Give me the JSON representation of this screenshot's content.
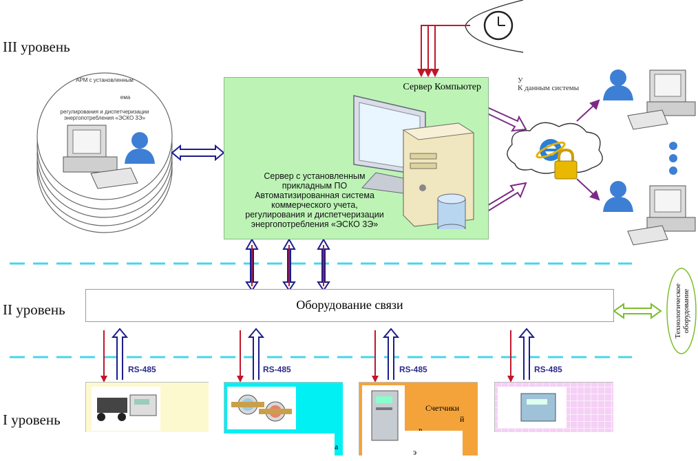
{
  "levels": {
    "level3": "III уровень",
    "level2": "II уровень",
    "level1": "I уровень"
  },
  "server": {
    "title": "Сервер Компьютер",
    "desc_lines": [
      "Сервер с установленным",
      "прикладным ПО",
      "Автоматизированная система",
      "коммерческого учета,",
      "регулирования и диспетчеризации",
      "энергопотребления «ЭСКО 3Э»"
    ]
  },
  "arm": {
    "lines": [
      "АРМ с установленным",
      "ема",
      "регулирования и диспетчеризации",
      "энергопотребления «ЭСКО 3Э»"
    ]
  },
  "users": {
    "lines": [
      "У",
      "К данным системы"
    ]
  },
  "comm": {
    "label": "Оборудование связи"
  },
  "tech": {
    "label": "Технологическое оборудование"
  },
  "rs485": {
    "label": "RS-485"
  },
  "device_fragments": {
    "d3_a": "Счетчики",
    "d3_b": "й",
    "d3_c": "в",
    "d2_tail": "а",
    "d3_tail": "э"
  },
  "colors": {
    "server_bg": "#bdf4b6",
    "dash": "#49d4ec",
    "red_arrow": "#c0162a",
    "blue_arrow": "#1c1c8a",
    "purple_arrow": "#7c2a86",
    "green_arrow": "#7bbf2a",
    "dev1": "#fdf9cf",
    "dev2": "#00f0f4",
    "dev3": "#f4a33a",
    "dev4": "#f5d0f5"
  },
  "icons": [
    "clock-icon",
    "user-icon",
    "computer-icon",
    "server-tower-icon",
    "cloud-icon",
    "browser-icon",
    "lock-icon",
    "meter-icon"
  ]
}
